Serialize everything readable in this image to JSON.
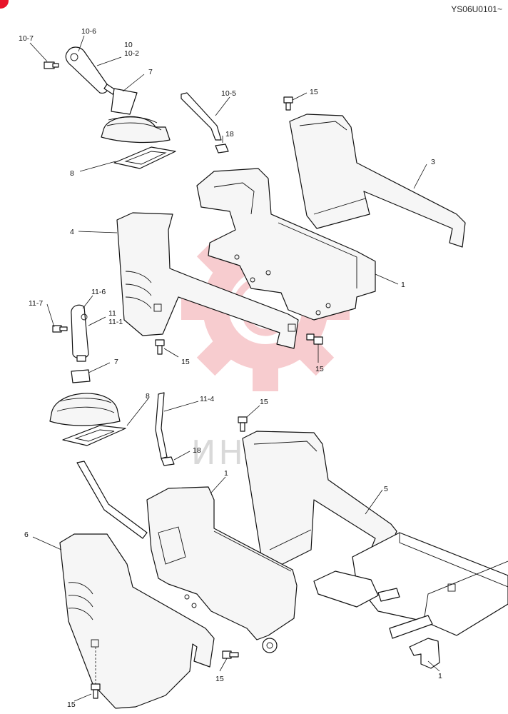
{
  "document": {
    "code": "YS06U0101~",
    "watermark_text": "ИНТЕХ",
    "watermark_color": "#f2a3a8",
    "corner_mark_color": "#e8142a"
  },
  "callouts": [
    {
      "id": "c-10-7a",
      "text": "10-7"
    },
    {
      "id": "c-10-6",
      "text": "10-6"
    },
    {
      "id": "c-10",
      "text": "10"
    },
    {
      "id": "c-10-2",
      "text": "10-2"
    },
    {
      "id": "c-7a",
      "text": "7"
    },
    {
      "id": "c-10-5",
      "text": "10-5"
    },
    {
      "id": "c-15a",
      "text": "15"
    },
    {
      "id": "c-18a",
      "text": "18"
    },
    {
      "id": "c-3",
      "text": "3"
    },
    {
      "id": "c-8a",
      "text": "8"
    },
    {
      "id": "c-4",
      "text": "4"
    },
    {
      "id": "c-1a",
      "text": "1"
    },
    {
      "id": "c-11-7",
      "text": "11-7"
    },
    {
      "id": "c-11-6",
      "text": "11-6"
    },
    {
      "id": "c-11",
      "text": "11"
    },
    {
      "id": "c-11-1",
      "text": "11-1"
    },
    {
      "id": "c-15b",
      "text": "15"
    },
    {
      "id": "c-15c",
      "text": "15"
    },
    {
      "id": "c-7b",
      "text": "7"
    },
    {
      "id": "c-8b",
      "text": "8"
    },
    {
      "id": "c-11-4",
      "text": "11-4"
    },
    {
      "id": "c-15d",
      "text": "15"
    },
    {
      "id": "c-18b",
      "text": "18"
    },
    {
      "id": "c-1b",
      "text": "1"
    },
    {
      "id": "c-5",
      "text": "5"
    },
    {
      "id": "c-6",
      "text": "6"
    },
    {
      "id": "c-15e",
      "text": "15"
    },
    {
      "id": "c-15f",
      "text": "15"
    },
    {
      "id": "c-1c",
      "text": "1"
    }
  ]
}
